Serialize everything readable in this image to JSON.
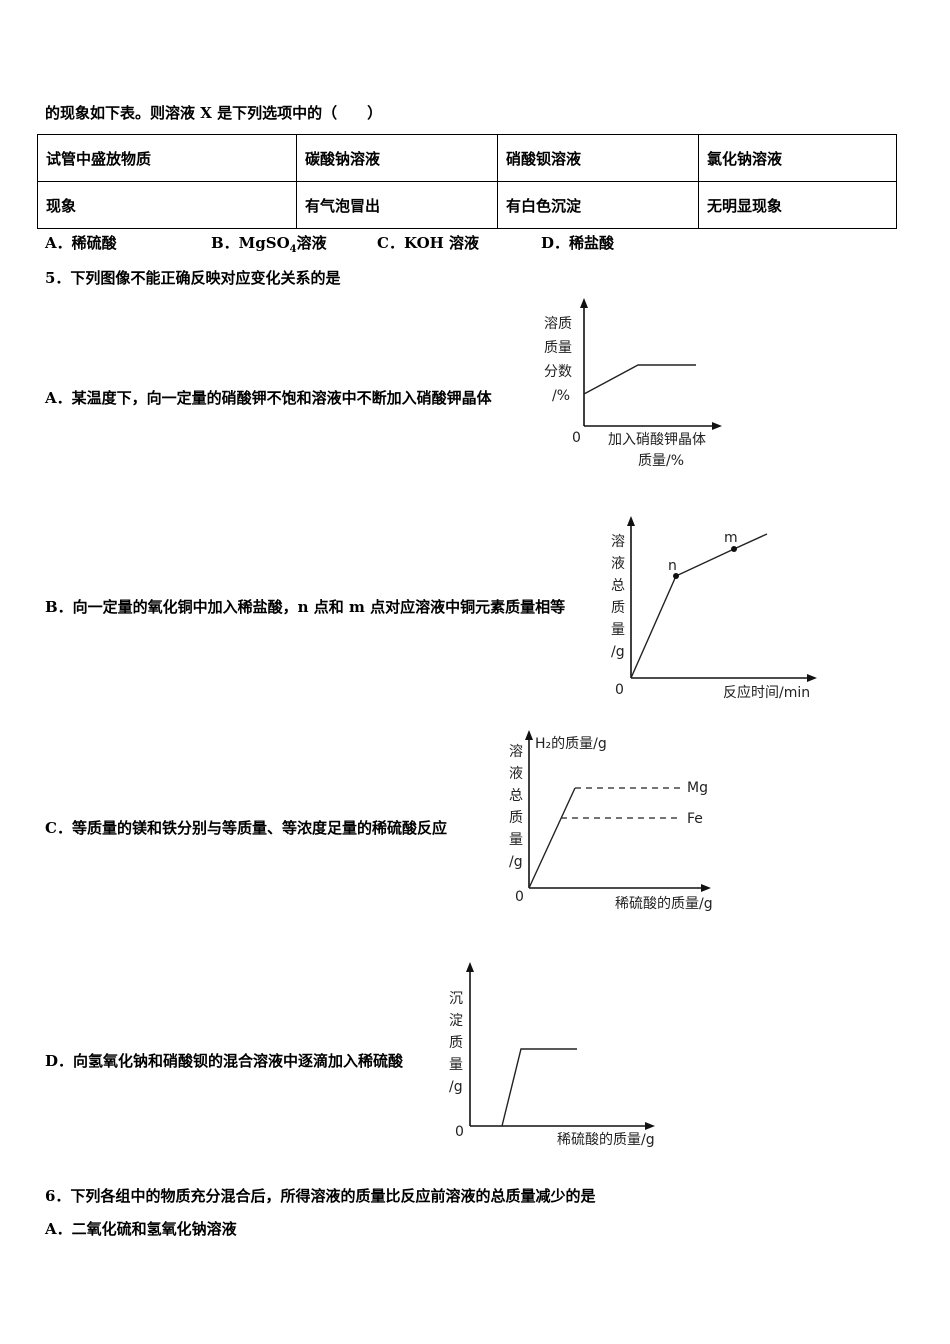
{
  "intro": "的现象如下表。则溶液 X 是下列选项中的（　　）",
  "table": {
    "rows": [
      [
        "试管中盛放物质",
        "碳酸钠溶液",
        "硝酸钡溶液",
        "氯化钠溶液"
      ],
      [
        "现象",
        "有气泡冒出",
        "有白色沉淀",
        "无明显现象"
      ]
    ]
  },
  "q4_options": {
    "a": "A．稀硫酸",
    "b_pre": "B．MgSO",
    "b_sub": "4",
    "b_post": "溶液",
    "c": "C．KOH 溶液",
    "d": "D．稀盐酸"
  },
  "q5": {
    "stem": "5．下列图像不能正确反映对应变化关系的是",
    "a": "A．某温度下，向一定量的硝酸钾不饱和溶液中不断加入硝酸钾晶体",
    "b": "B．向一定量的氧化铜中加入稀盐酸，n 点和 m 点对应溶液中铜元素质量相等",
    "c": "C．等质量的镁和铁分别与等质量、等浓度足量的稀硫酸反应",
    "d": "D．向氢氧化钠和硝酸钡的混合溶液中逐滴加入稀硫酸"
  },
  "graphs": {
    "a": {
      "ylabel": [
        "溶质",
        "质量",
        "分数",
        "/%"
      ],
      "xlabel": [
        "加入硝酸钾晶体",
        "质量/%"
      ],
      "origin": "0"
    },
    "b": {
      "ylabel": [
        "溶",
        "液",
        "总",
        "质",
        "量",
        "/g"
      ],
      "xlabel": "反应时间/min",
      "origin": "0",
      "point_n": "n",
      "point_m": "m"
    },
    "c": {
      "ylabel": [
        "溶",
        "液",
        "总",
        "质",
        "量",
        "/g"
      ],
      "ytitle": "H₂的质量/g",
      "xlabel": "稀硫酸的质量/g",
      "origin": "0",
      "series_mg": "Mg",
      "series_fe": "Fe"
    },
    "d": {
      "ylabel": [
        "沉",
        "淀",
        "质",
        "量",
        "/g"
      ],
      "xlabel": "稀硫酸的质量/g",
      "origin": "0"
    }
  },
  "q6": {
    "stem": "6．下列各组中的物质充分混合后，所得溶液的质量比反应前溶液的总质量减少的是",
    "a": "A．二氧化硫和氢氧化钠溶液"
  }
}
